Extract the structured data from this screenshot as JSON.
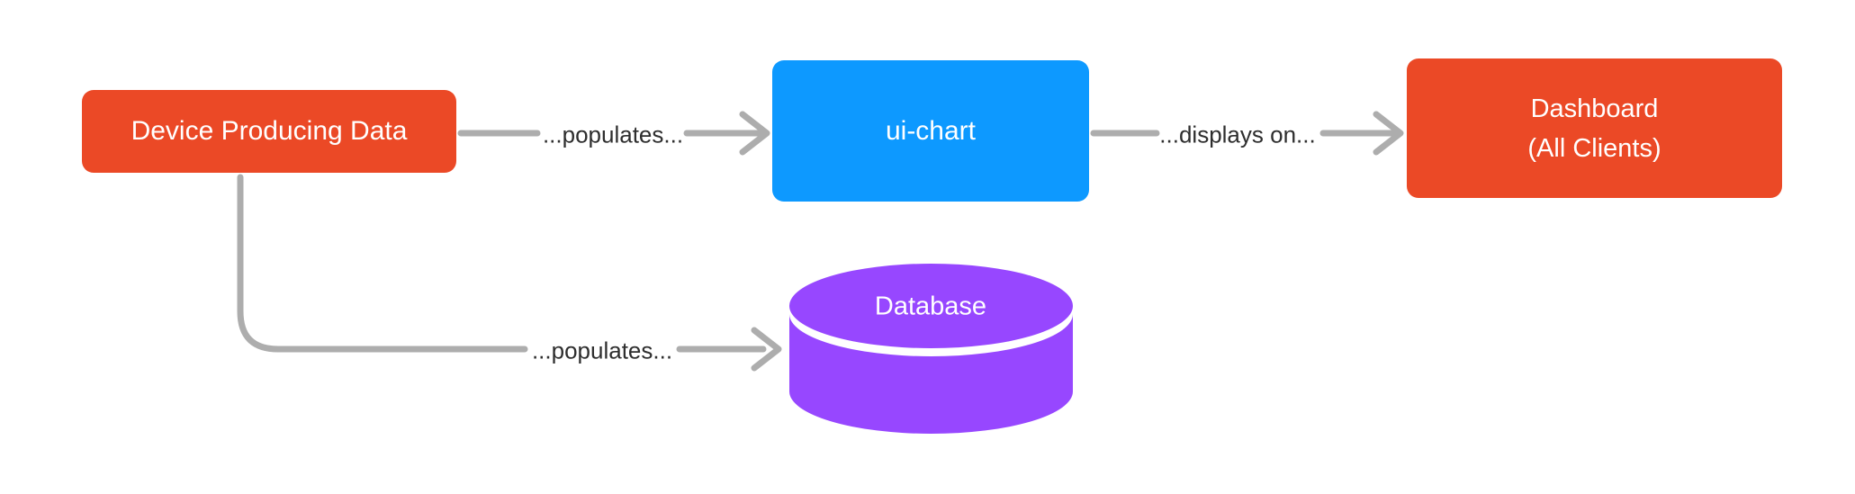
{
  "diagram": {
    "background_color": "#FFFFFF",
    "connector_color": "#ADADAD",
    "edge_label_color": "#2E2E2E",
    "nodes": {
      "device": {
        "label": "Device Producing Data",
        "shape": "rounded-rect",
        "fill_color": "#EB4926",
        "text_color": "#FFFFFF"
      },
      "uichart": {
        "label": "ui-chart",
        "shape": "rounded-rect",
        "fill_color": "#0D99FF",
        "text_color": "#FFFFFF"
      },
      "dashboard": {
        "label_line1": "Dashboard",
        "label_line2": "(All Clients)",
        "shape": "rounded-rect",
        "fill_color": "#EB4926",
        "text_color": "#FFFFFF"
      },
      "database": {
        "label": "Database",
        "shape": "cylinder",
        "fill_color": "#9747FF",
        "text_color": "#FFFFFF"
      }
    },
    "edges": {
      "device_to_uichart": {
        "from": "device",
        "to": "uichart",
        "label": "...populates..."
      },
      "uichart_to_dashboard": {
        "from": "uichart",
        "to": "dashboard",
        "label": "...displays on..."
      },
      "device_to_database": {
        "from": "device",
        "to": "database",
        "label": "...populates..."
      }
    }
  }
}
